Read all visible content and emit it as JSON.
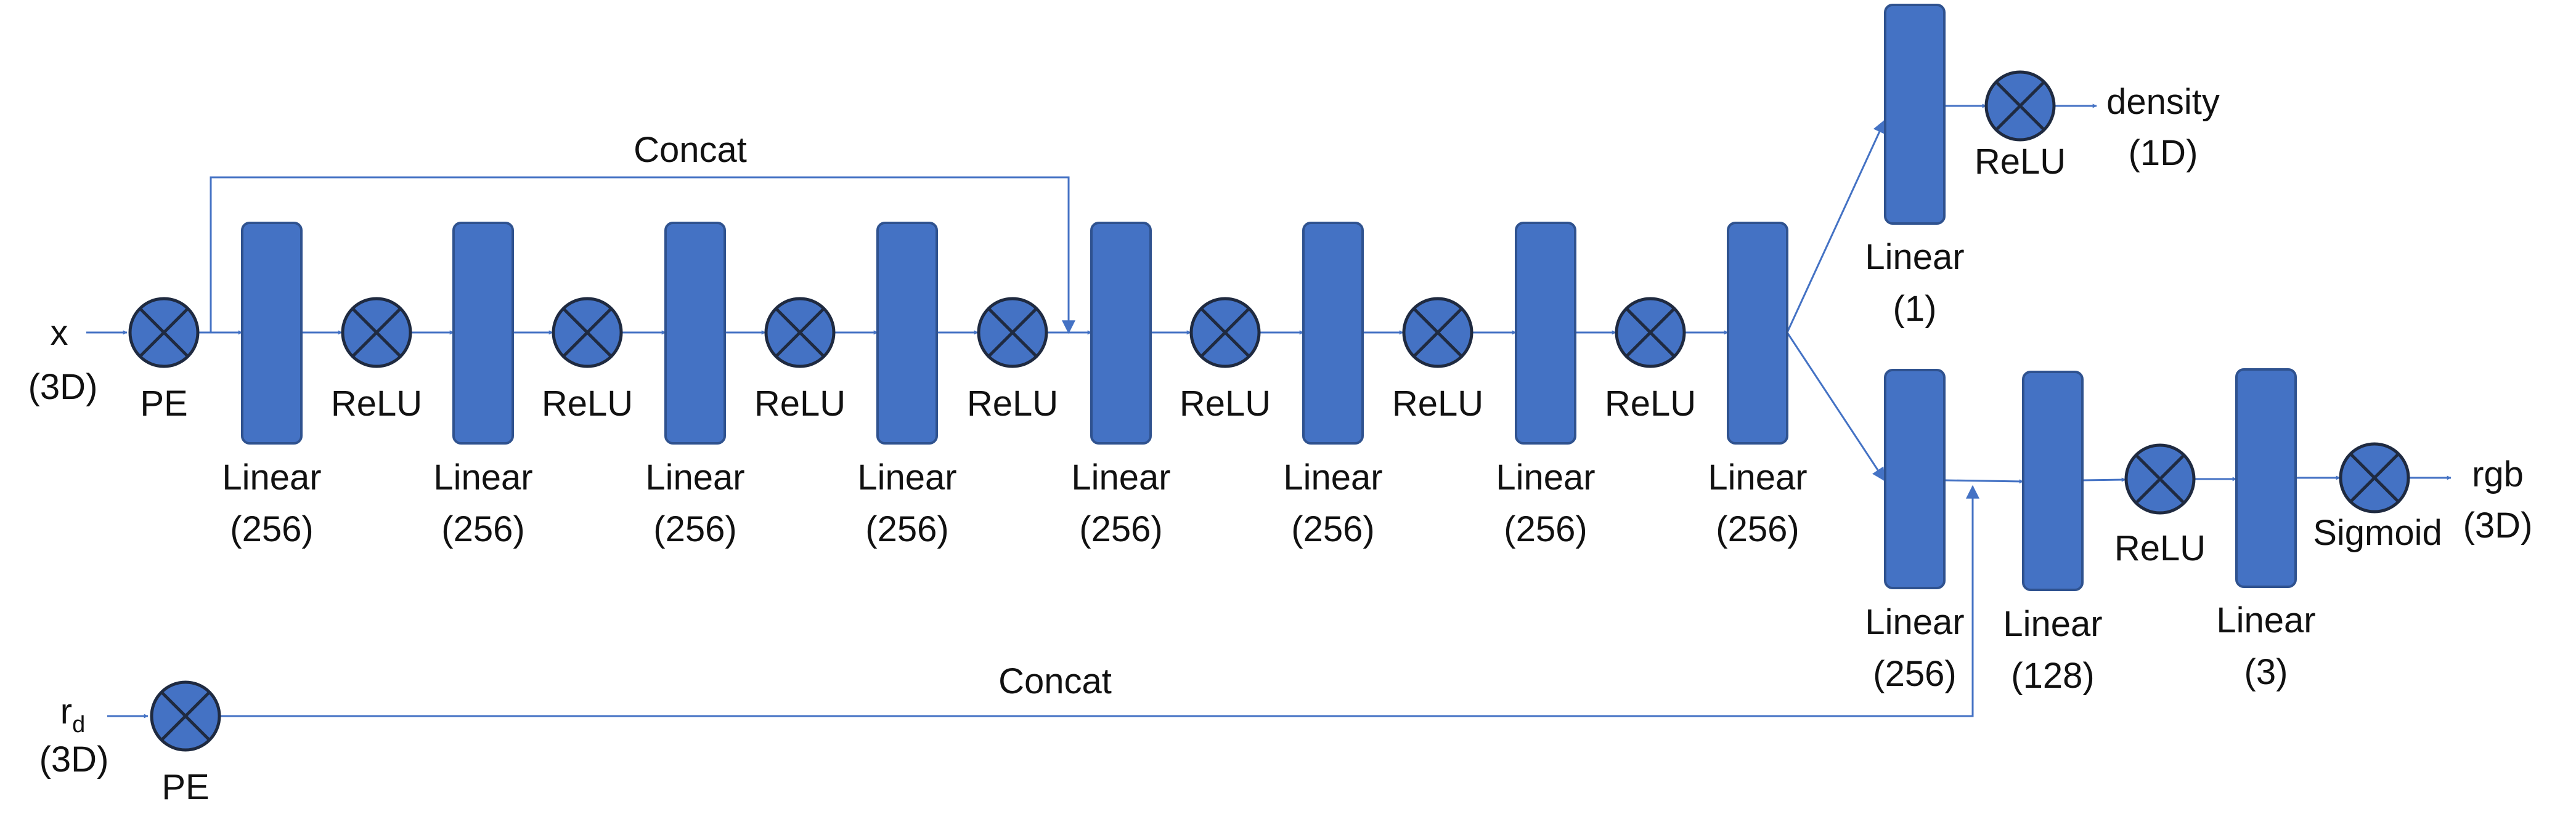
{
  "colors": {
    "block_fill": "#4472C4",
    "block_stroke": "#2F528F",
    "wire": "#4472C4",
    "text": "#111111",
    "background": "#FFFFFF"
  },
  "inputs": {
    "x": {
      "name": "x",
      "dims": "(3D)"
    },
    "rd": {
      "name": "r",
      "subscript": "d",
      "dims": "(3D)"
    }
  },
  "operators": {
    "pe": "PE",
    "relu": "ReLU",
    "sigmoid": "Sigmoid"
  },
  "concat": {
    "top": "Concat",
    "bottom": "Concat"
  },
  "layers": {
    "linear": "Linear",
    "trunk_units": "(256)",
    "density_units": "(1)",
    "feature_units": "(256)",
    "rgb_hidden_units": "(128)",
    "rgb_out_units": "(3)"
  },
  "outputs": {
    "density": {
      "name": "density",
      "dims": "(1D)"
    },
    "rgb": {
      "name": "rgb",
      "dims": "(3D)"
    }
  },
  "icons": {
    "multiply_node": "circled-times-icon",
    "arrowhead": "arrowhead-icon"
  }
}
